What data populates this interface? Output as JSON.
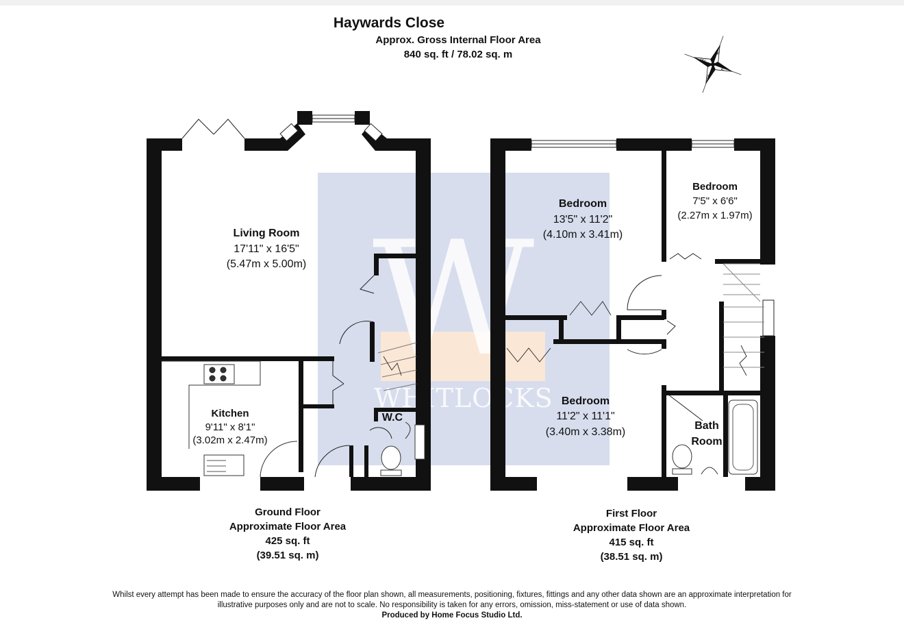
{
  "header": {
    "title": "Haywards Close",
    "subtitle": "Approx. Gross Internal Floor Area",
    "total_area": "840 sq. ft / 78.02 sq. m"
  },
  "compass": {
    "n": "N",
    "e": "E",
    "s": "S",
    "w": "W"
  },
  "watermark": {
    "letter": "W",
    "word": "WHITLOCKS"
  },
  "ground_floor": {
    "rooms": {
      "living": {
        "name": "Living Room",
        "imperial": "17'11\" x 16'5\"",
        "metric": "(5.47m x 5.00m)"
      },
      "kitchen": {
        "name": "Kitchen",
        "imperial": "9'11\" x 8'1\"",
        "metric": "(3.02m x 2.47m)"
      },
      "wc": {
        "name": "W.C"
      }
    },
    "summary": {
      "line1": "Ground Floor",
      "line2": "Approximate Floor Area",
      "line3": "425 sq. ft",
      "line4": "(39.51 sq. m)"
    }
  },
  "first_floor": {
    "rooms": {
      "bedroom1": {
        "name": "Bedroom",
        "imperial": "13'5\" x 11'2\"",
        "metric": "(4.10m x 3.41m)"
      },
      "bedroom2": {
        "name": "Bedroom",
        "imperial": "7'5\" x 6'6\"",
        "metric": "(2.27m x 1.97m)"
      },
      "bedroom3": {
        "name": "Bedroom",
        "imperial": "11'2\" x 11'1\"",
        "metric": "(3.40m x 3.38m)"
      },
      "bathroom": {
        "name_line1": "Bath",
        "name_line2": "Room"
      }
    },
    "summary": {
      "line1": "First Floor",
      "line2": "Approximate Floor Area",
      "line3": "415 sq. ft",
      "line4": "(38.51 sq. m)"
    }
  },
  "footer": {
    "disclaimer_line1": "Whilst every attempt has been made to ensure the accuracy of the floor plan shown, all measurements, positioning, fixtures, fittings and any other data shown are an approximate interpretation for",
    "disclaimer_line2": "illustrative purposes only  and are not to scale. No responsibility is taken for any errors, omission, miss-statement or use of data shown.",
    "credit": "Produced by Home Focus Studio Ltd."
  },
  "colors": {
    "wall": "#111111",
    "watermark_blue": "#d7dded",
    "watermark_orange": "#fbe7d6"
  }
}
